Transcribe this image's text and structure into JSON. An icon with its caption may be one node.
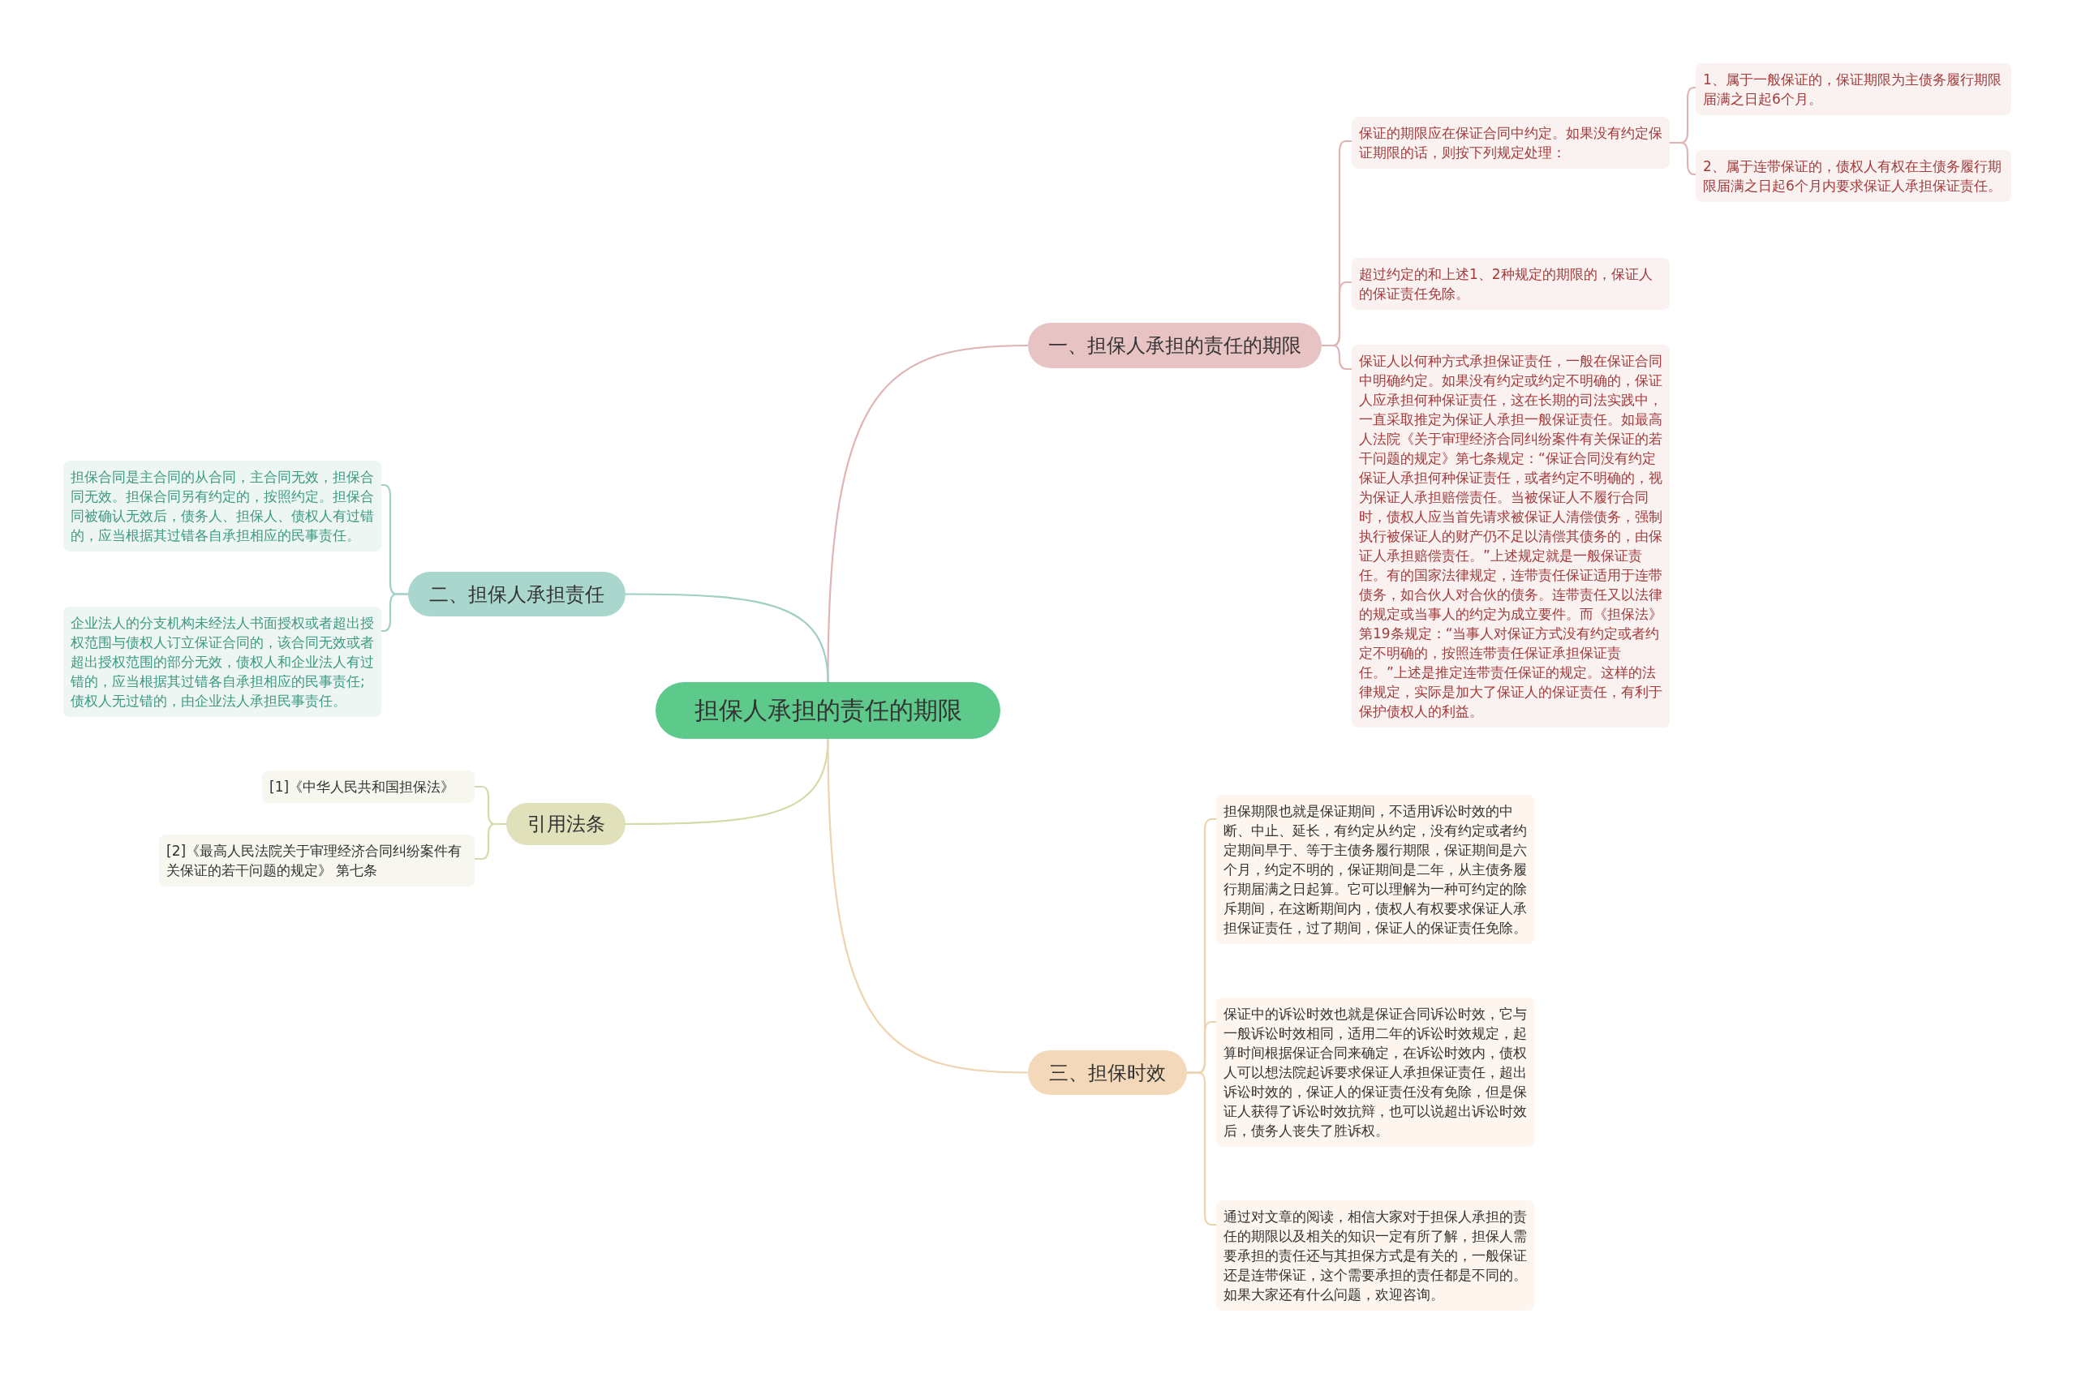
{
  "diagram": {
    "nodes": [
      {
        "text": [
          "担保人承担的责任的期限"
        ]
      },
      {
        "text": [
          "一、担保人承担的责任的期限"
        ]
      },
      {
        "text": [
          "保证的期限应在保证合同中约定。如果没有约定保证期限的话，则按下列规定处理："
        ]
      },
      {
        "text": [
          "1、属于一般保证的，保证期限为主债务履行期限届满之日起6个月。"
        ]
      },
      {
        "text": [
          "2、属于连带保证的，债权人有权在主债务履行期限届满之日起6个月内要求保证人承担保证责任。"
        ]
      },
      {
        "text": [
          "超过约定的和上述1、2种规定的期限的，保证人的保证责任免除。"
        ]
      },
      {
        "text": [
          "保证人以何种方式承担保证责任，一般在保证合同中明确约定。如果没有约定或约定不明确的，保证人应承担何种保证责任，这在长期的司法实践中，一直采取推定为保证人承担一般保证责任。如最高人法院《关于审理经济合同纠纷案件有关保证的若干问题的规定》第七条规定：“保证合同没有约定保证人承担何种保证责任，或者约定不明确的，视为保证人承担赔偿责任。当被保证人不履行合同时，债权人应当首先请求被保证人清偿债务，强制执行被保证人的财产仍不足以清偿其债务的，由保证人承担赔偿责任。”上述规定就是一般保证责任。有的国家法律规定，连带责任保证适用于连带债务，如合伙人对合伙的债务。连带责任又以法律的规定或当事人的约定为成立要件。而《担保法》第19条规定：“当事人对保证方式没有约定或者约定不明确的，按照连带责任保证承担保证责任。”上述是推定连带责任保证的规定。这样的法律规定，实际是加大了保证人的保证责任，有利于保护债权人的利益。"
        ]
      },
      {
        "text": [
          "二、担保人承担责任"
        ]
      },
      {
        "text": [
          "担保合同是主合同的从合同，主合同无效，担保合同无效。担保合同另有约定的，按照约定。担保合同被确认无效后，债务人、担保人、债权人有过错的，应当根据其过错各自承担相应的民事责任。"
        ]
      },
      {
        "text": [
          "企业法人的分支机构未经法人书面授权或者超出授权范围与债权人订立保证合同的，该合同无效或者超出授权范围的部分无效，债权人和企业法人有过错的，应当根据其过错各自承担相应的民事责任;债权人无过错的，由企业法人承担民事责任。"
        ]
      },
      {
        "text": [
          "引用法条"
        ]
      },
      {
        "text": [
          "[1]《中华人民共和国担保法》"
        ]
      },
      {
        "text": [
          "[2]《最高人民法院关于审理经济合同纠纷案件有关保证的若干问题的规定》 第七条"
        ]
      },
      {
        "text": [
          "三、担保时效"
        ]
      },
      {
        "text": [
          "担保期限也就是保证期间，不适用诉讼时效的中断、中止、延长，有约定从约定，没有约定或者约定期间早于、等于主债务履行期限，保证期间是六个月，约定不明的，保证期间是二年，从主债务履行期届满之日起算。它可以理解为一种可约定的除斥期间，在这断期间内，债权人有权要求保证人承担保证责任，过了期间，保证人的保证责任免除。"
        ]
      },
      {
        "text": [
          "保证中的诉讼时效也就是保证合同诉讼时效，它与一般诉讼时效相同，适用二年的诉讼时效规定，起算时间根据保证合同来确定，在诉讼时效内，债权人可以想法院起诉要求保证人承担保证责任，超出诉讼时效的，保证人的保证责任没有免除，但是保证人获得了诉讼时效抗辩，也可以说超出诉讼时效后，债务人丧失了胜诉权。"
        ]
      },
      {
        "text": [
          "通过对文章的阅读，相信大家对于担保人承担的责任的期限以及相关的知识一定有所了解，担保人需要承担的责任还与其担保方式是有关的，一般保证还是连带保证，这个需要承担的责任都是不同的。如果大家还有什么问题，欢迎咨询。"
        ]
      }
    ],
    "edges": [
      {
        "from": 0,
        "to": 1,
        "arrow": "none",
        "color": "#e0b4b4"
      },
      {
        "from": 1,
        "to": 2,
        "arrow": "none",
        "color": "#e0b4b4"
      },
      {
        "from": 2,
        "to": 3,
        "arrow": "none",
        "color": "#e0b4b4"
      },
      {
        "from": 2,
        "to": 4,
        "arrow": "none",
        "color": "#e0b4b4"
      },
      {
        "from": 1,
        "to": 5,
        "arrow": "none",
        "color": "#e0b4b4"
      },
      {
        "from": 1,
        "to": 6,
        "arrow": "none",
        "color": "#e0b4b4"
      },
      {
        "from": 0,
        "to": 7,
        "arrow": "none",
        "color": "#9fcfc5"
      },
      {
        "from": 7,
        "to": 8,
        "arrow": "none",
        "color": "#9fcfc5"
      },
      {
        "from": 7,
        "to": 9,
        "arrow": "none",
        "color": "#9fcfc5"
      },
      {
        "from": 0,
        "to": 10,
        "arrow": "none",
        "color": "#d8d9a8"
      },
      {
        "from": 10,
        "to": 11,
        "arrow": "none",
        "color": "#d8d9a8"
      },
      {
        "from": 10,
        "to": 12,
        "arrow": "none",
        "color": "#d8d9a8"
      },
      {
        "from": 0,
        "to": 13,
        "arrow": "none",
        "color": "#efd2b0"
      },
      {
        "from": 13,
        "to": 14,
        "arrow": "none",
        "color": "#efd2b0"
      },
      {
        "from": 13,
        "to": 15,
        "arrow": "none",
        "color": "#efd2b0"
      },
      {
        "from": 13,
        "to": 16,
        "arrow": "none",
        "color": "#efd2b0"
      }
    ]
  }
}
